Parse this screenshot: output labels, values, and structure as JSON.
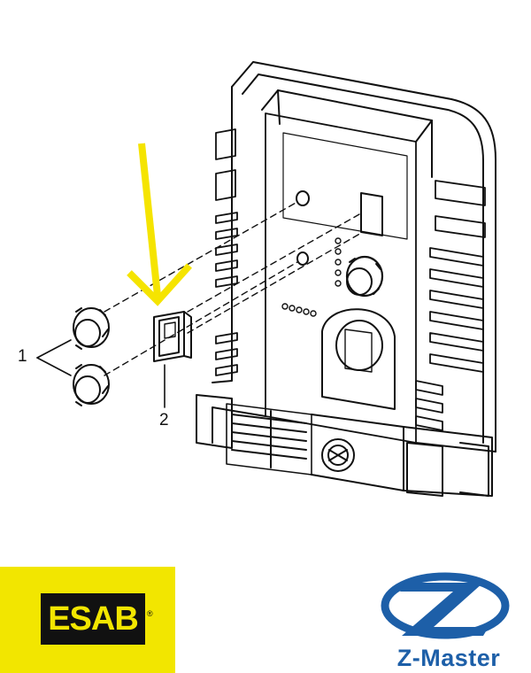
{
  "callouts": {
    "knobs": "1",
    "switch": "2"
  },
  "logos": {
    "esab": {
      "text": "ESAB",
      "registered": "®",
      "color": "#f2e600"
    },
    "zmaster": {
      "text": "Z-Master",
      "color": "#1d5fa8"
    }
  },
  "arrow": {
    "color": "#f5e400"
  }
}
